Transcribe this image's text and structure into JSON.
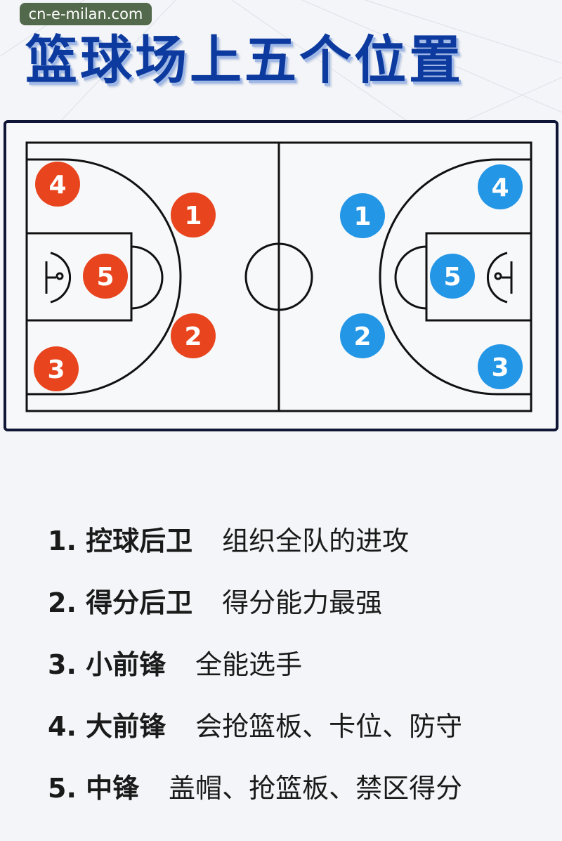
{
  "title": "篮球场上五个位置",
  "watermark": "cn-e-milan.com",
  "colors": {
    "title": "#0d3a9e",
    "team_left": "#e8441d",
    "team_right": "#2496e6",
    "court_lines": "#111111",
    "court_frame": "#0f1635"
  },
  "court": {
    "left_team": [
      "4",
      "1",
      "5",
      "2",
      "3"
    ],
    "right_team": [
      "4",
      "1",
      "5",
      "2",
      "3"
    ]
  },
  "positions": [
    {
      "label": "1. 控球后卫",
      "desc": "组织全队的进攻"
    },
    {
      "label": "2. 得分后卫",
      "desc": "得分能力最强"
    },
    {
      "label": "3. 小前锋",
      "desc": "全能选手"
    },
    {
      "label": "4. 大前锋",
      "desc": "会抢篮板、卡位、防守"
    },
    {
      "label": "5. 中锋",
      "desc": "盖帽、抢篮板、禁区得分"
    }
  ]
}
